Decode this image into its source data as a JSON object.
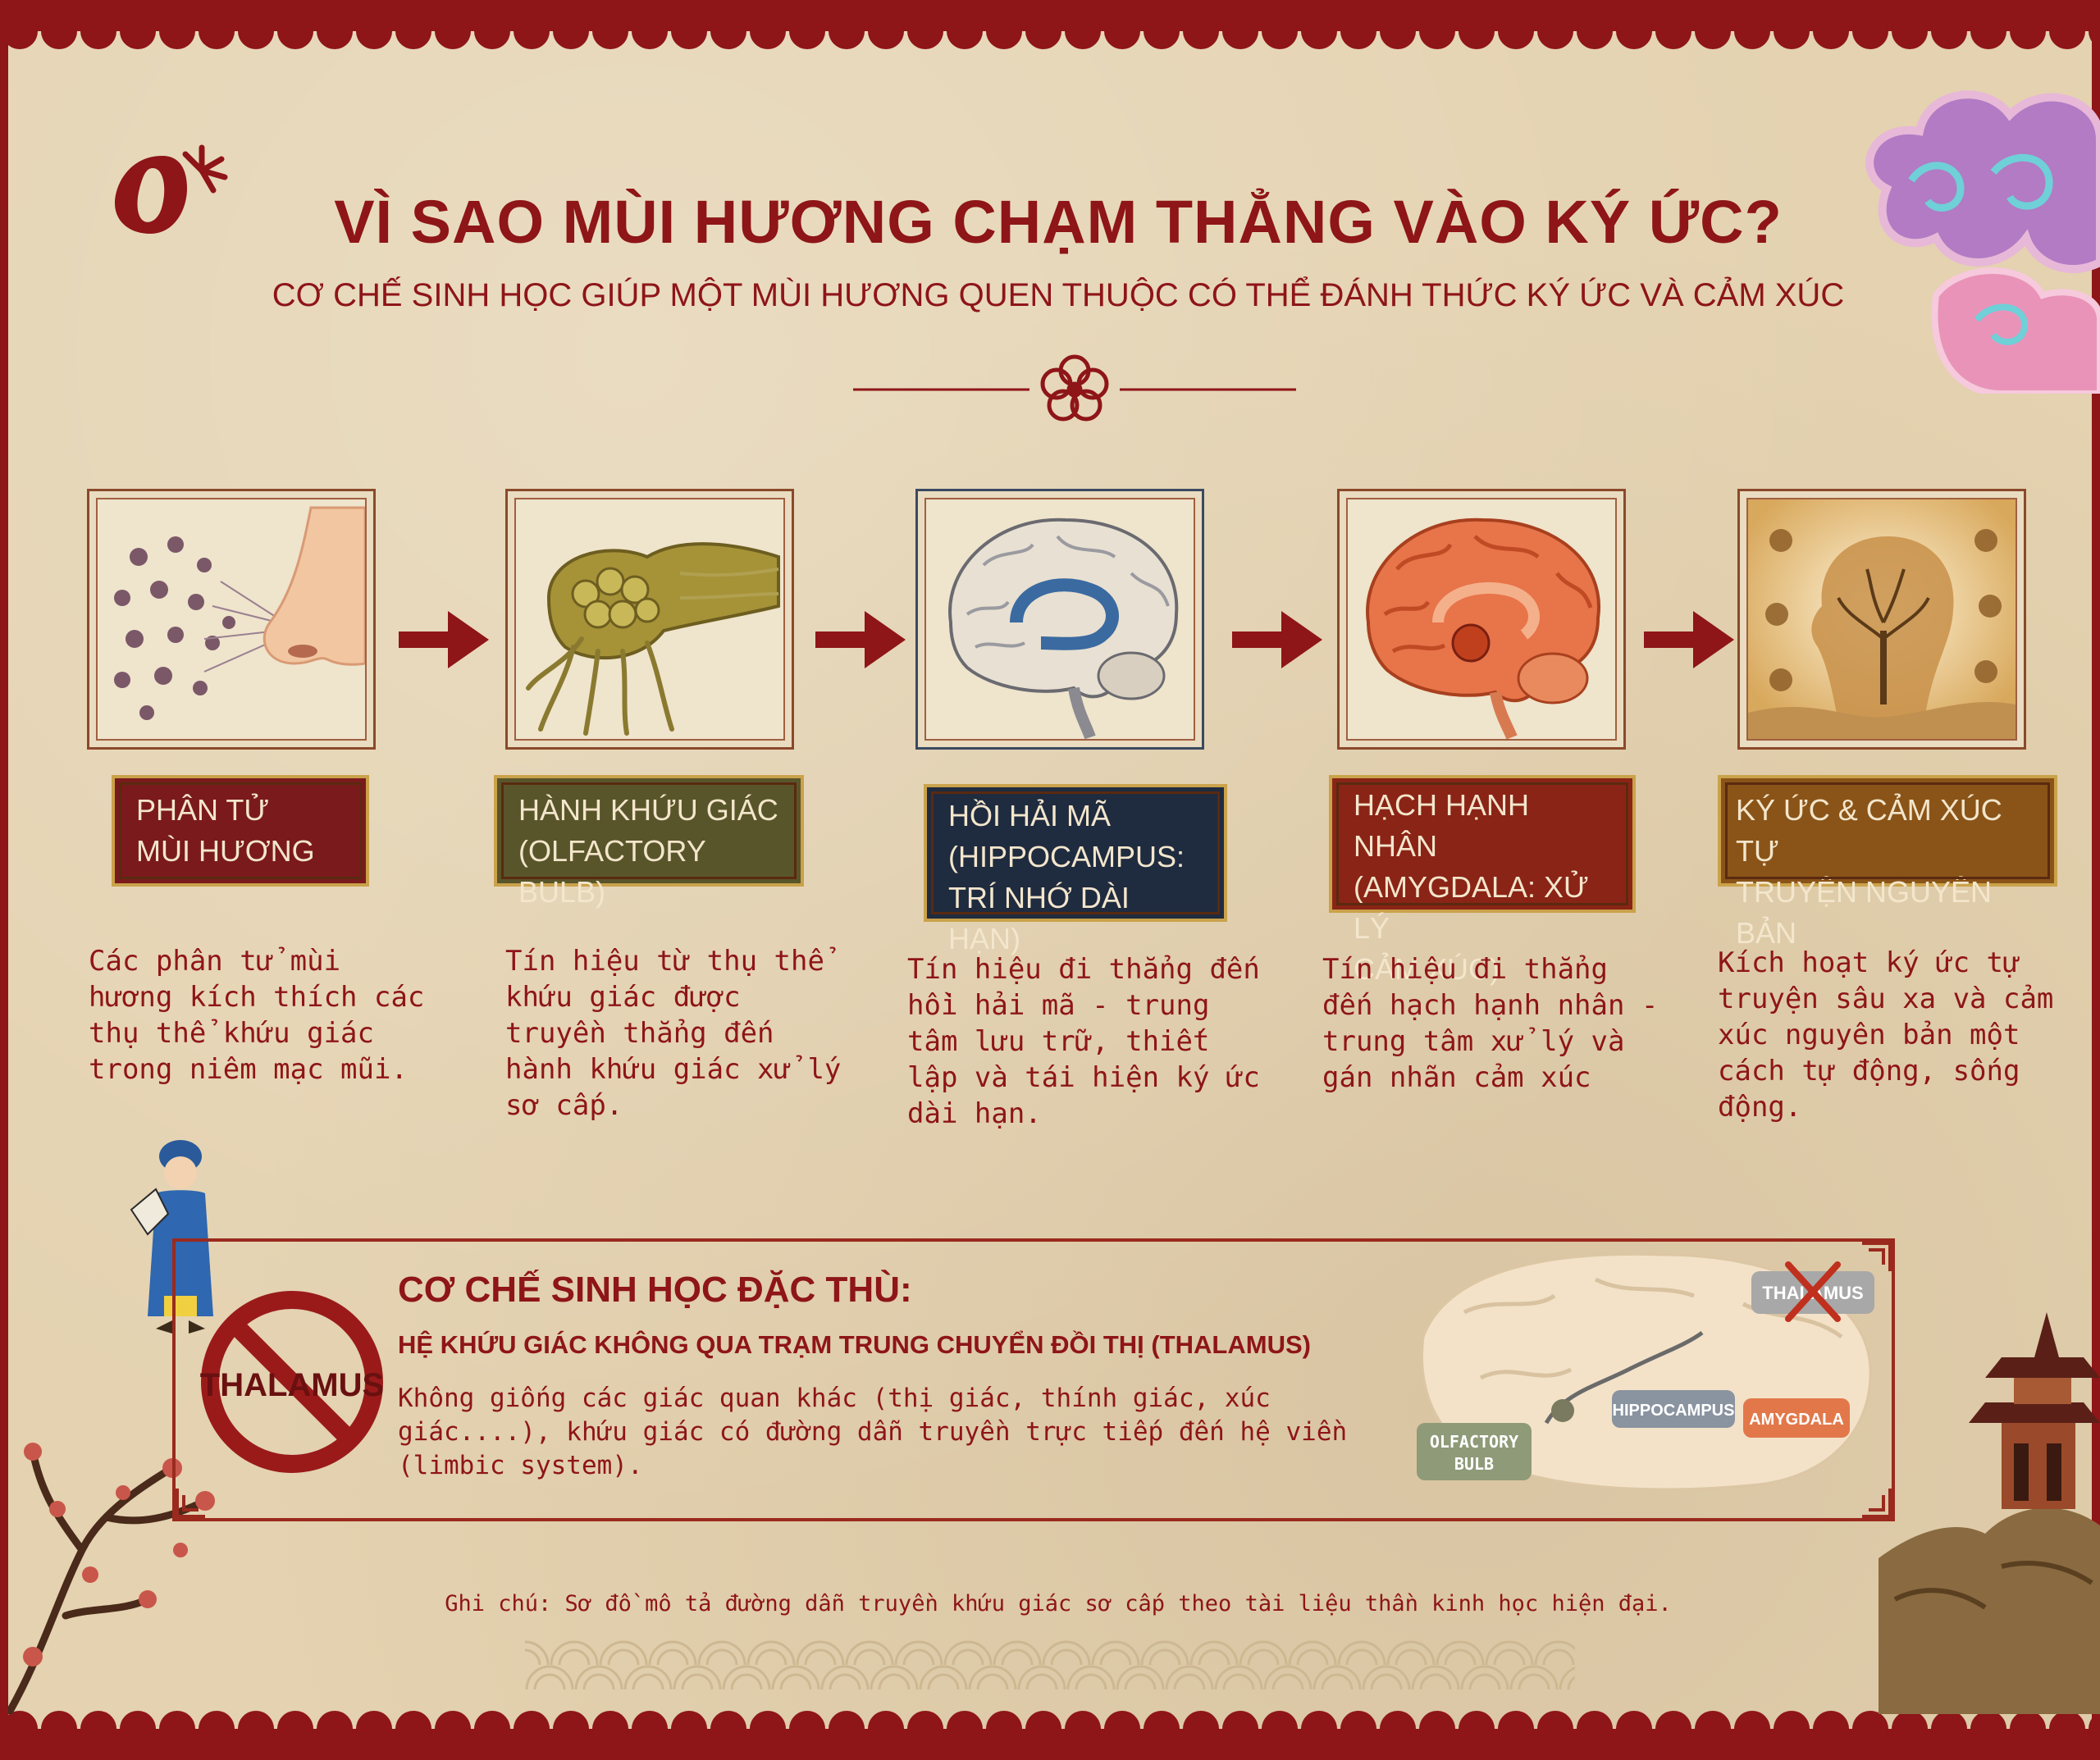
{
  "header": {
    "title": "VÌ SAO MÙI HƯƠNG CHẠM THẲNG VÀO KÝ ỨC?",
    "subtitle": "CƠ CHẾ SINH HỌC GIÚP MỘT MÙI HƯƠNG QUEN THUỘC CÓ THỂ ĐÁNH THỨC KÝ ỨC VÀ CẢM XÚC"
  },
  "steps": [
    {
      "label_lines": [
        "PHÂN TỬ",
        "MÙI HƯƠNG"
      ],
      "description": "Các phân tử mùi hương kích thích các thụ thể khứu giác trong niêm mạc mũi.",
      "label_color": "#7a1a1c"
    },
    {
      "label_lines": [
        "HÀNH KHỨU GIÁC",
        "(OLFACTORY BULB)"
      ],
      "description": "Tín hiệu từ thụ thể khứu giác được truyền thẳng đến hành khứu giác xử lý sơ cấp.",
      "label_color": "#59552a"
    },
    {
      "label_lines": [
        "HỒI HẢI MÃ",
        "(HIPPOCAMPUS:",
        "TRÍ NHỚ DÀI HẠN)"
      ],
      "description": "Tín hiệu đi thẳng đến hồi hải mã - trung tâm lưu trữ, thiết lập và tái hiện ký ức dài hạn.",
      "label_color": "#1f2b3f"
    },
    {
      "label_lines": [
        "HẠCH HẠNH NHÂN",
        "(AMYGDALA: XỬ LÝ",
        "CẢM XÚC)"
      ],
      "description": "Tín hiệu đi thẳng đến hạch hạnh nhân - trung tâm xử lý và gán nhãn cảm xúc",
      "label_color": "#8a2416"
    },
    {
      "label_lines": [
        "KÝ ỨC & CẢM XÚC TỰ",
        "TRUYỆN NGUYÊN BẢN"
      ],
      "description": "Kích hoạt ký ức tự truyện sâu xa và cảm xúc nguyên bản một cách tự động, sống động.",
      "label_color": "#8a5418"
    }
  ],
  "mechanism": {
    "title": "CƠ CHẾ SINH HỌC ĐẶC THÙ:",
    "subtitle": "HỆ KHỨU GIÁC KHÔNG QUA TRẠM TRUNG CHUYỂN ĐỒI THỊ (THALAMUS)",
    "text": "Không giống các giác quan khác (thị giác, thính giác, xúc giác....), khứu giác có đường dẫn truyền trực tiếp đến hệ viền (limbic system).",
    "no_sign_label": "THALAMUS",
    "diagram_labels": {
      "thalamus": "THALAMUS",
      "hippocampus": "HIPPOCAMPUS",
      "amygdala": "AMYGDALA",
      "olfactory_line1": "OLFACTORY",
      "olfactory_line2": "BULB"
    }
  },
  "footnote": "Ghi chú: Sơ đồ mô tả đường dẫn truyền khứu giác sơ cấp theo tài liệu thần kinh học hiện đại.",
  "colors": {
    "primary": "#8e1518",
    "paper": "#e4d2b0",
    "accent_gold": "#caa24a"
  },
  "icons": [
    "logo-icon",
    "flower-ornament-icon",
    "arrow-right-icon",
    "no-entry-icon",
    "cross-mark-icon"
  ]
}
